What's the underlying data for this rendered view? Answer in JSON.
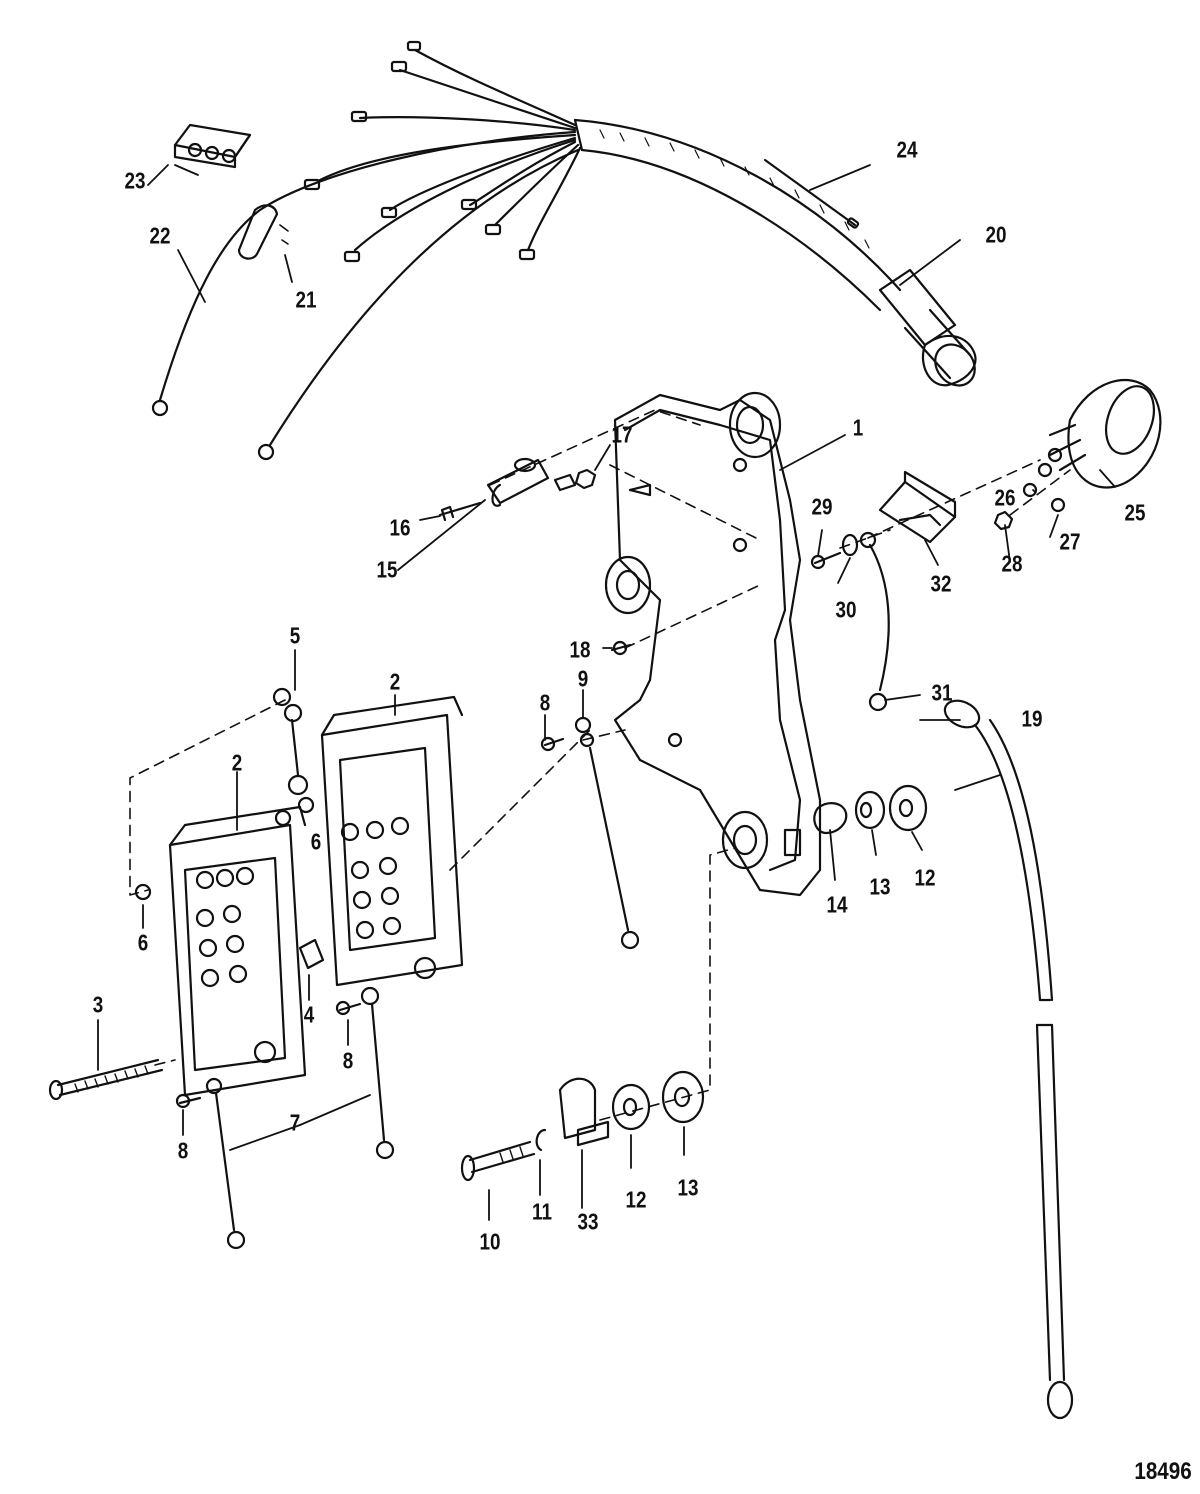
{
  "figure_number": "18496",
  "ink_color": "#111111",
  "paper_color": "#ffffff",
  "callouts": [
    {
      "id": "c1",
      "text": "1"
    },
    {
      "id": "c2a",
      "text": "2"
    },
    {
      "id": "c2b",
      "text": "2"
    },
    {
      "id": "c3",
      "text": "3"
    },
    {
      "id": "c4",
      "text": "4"
    },
    {
      "id": "c5",
      "text": "5"
    },
    {
      "id": "c6a",
      "text": "6"
    },
    {
      "id": "c6b",
      "text": "6"
    },
    {
      "id": "c7",
      "text": "7"
    },
    {
      "id": "c8a",
      "text": "8"
    },
    {
      "id": "c8b",
      "text": "8"
    },
    {
      "id": "c8c",
      "text": "8"
    },
    {
      "id": "c9",
      "text": "9"
    },
    {
      "id": "c10",
      "text": "10"
    },
    {
      "id": "c11",
      "text": "11"
    },
    {
      "id": "c12a",
      "text": "12"
    },
    {
      "id": "c12b",
      "text": "12"
    },
    {
      "id": "c13a",
      "text": "13"
    },
    {
      "id": "c13b",
      "text": "13"
    },
    {
      "id": "c14",
      "text": "14"
    },
    {
      "id": "c15",
      "text": "15"
    },
    {
      "id": "c16",
      "text": "16"
    },
    {
      "id": "c17",
      "text": "17"
    },
    {
      "id": "c18",
      "text": "18"
    },
    {
      "id": "c19",
      "text": "19"
    },
    {
      "id": "c20",
      "text": "20"
    },
    {
      "id": "c21",
      "text": "21"
    },
    {
      "id": "c22",
      "text": "22"
    },
    {
      "id": "c23",
      "text": "23"
    },
    {
      "id": "c24",
      "text": "24"
    },
    {
      "id": "c25",
      "text": "25"
    },
    {
      "id": "c26",
      "text": "26"
    },
    {
      "id": "c27",
      "text": "27"
    },
    {
      "id": "c28",
      "text": "28"
    },
    {
      "id": "c29",
      "text": "29"
    },
    {
      "id": "c30",
      "text": "30"
    },
    {
      "id": "c31",
      "text": "31"
    },
    {
      "id": "c32",
      "text": "32"
    },
    {
      "id": "c33",
      "text": "33"
    }
  ]
}
